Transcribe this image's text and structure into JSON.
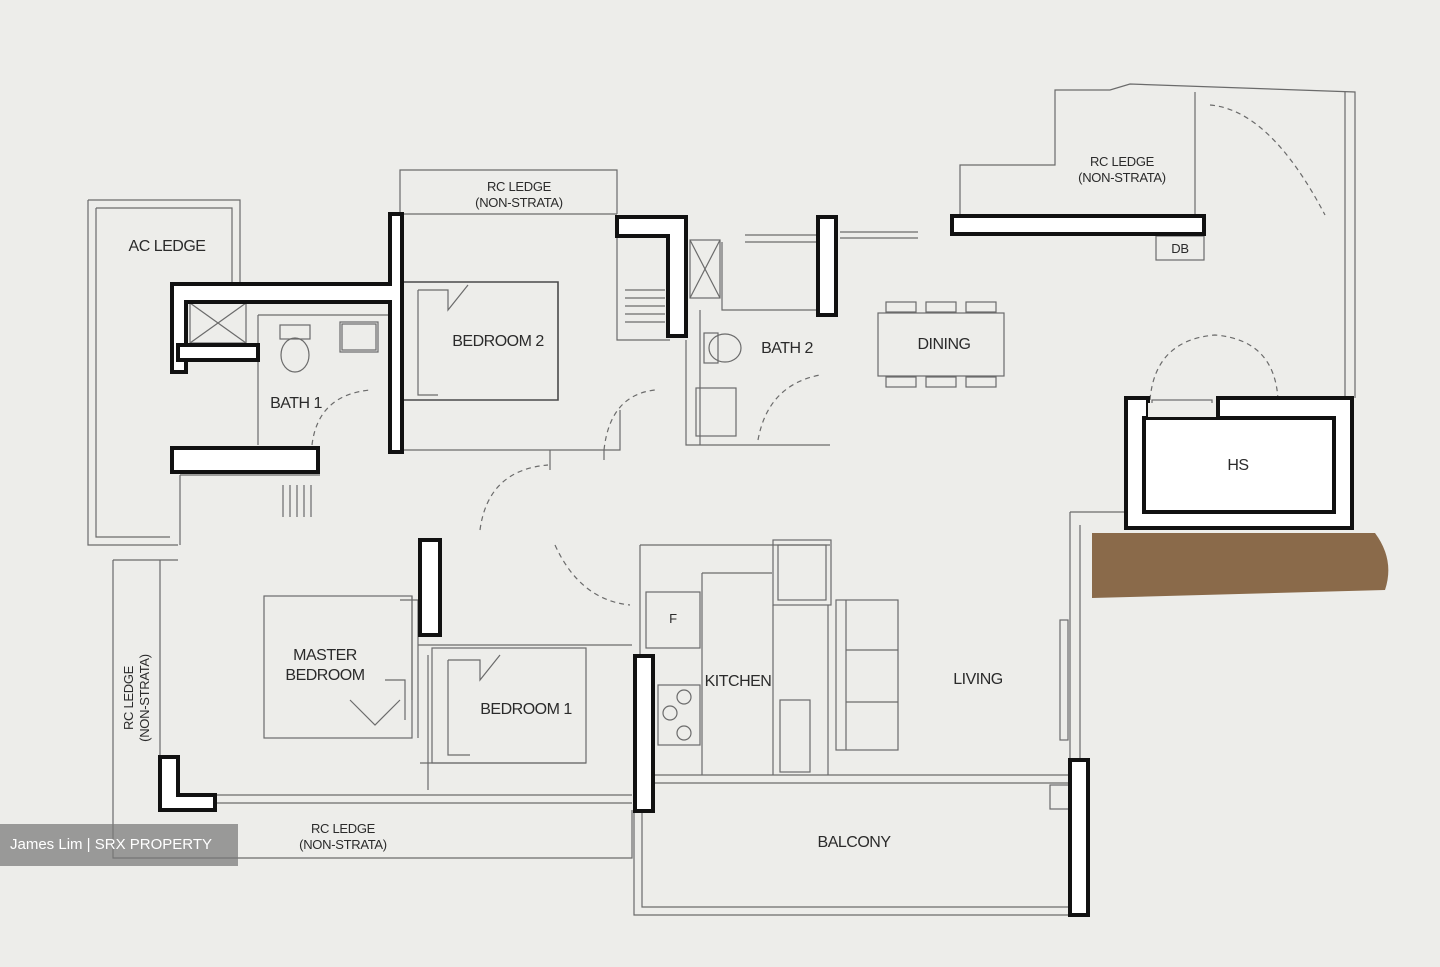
{
  "rooms": {
    "ac_ledge": "AC LEDGE",
    "bedroom2": "BEDROOM 2",
    "bath1": "BATH 1",
    "bath2": "BATH 2",
    "dining": "DINING",
    "hs": "HS",
    "db": "DB",
    "master_line1": "MASTER",
    "master_line2": "BEDROOM",
    "bedroom1": "BEDROOM 1",
    "kitchen": "KITCHEN",
    "fridge": "F",
    "living": "LIVING",
    "balcony": "BALCONY"
  },
  "ledges": {
    "top_line1": "RC LEDGE",
    "top_line2": "(NON-STRATA)",
    "upper_right_line1": "RC LEDGE",
    "upper_right_line2": "(NON-STRATA)",
    "bottom_line1": "RC LEDGE",
    "bottom_line2": "(NON-STRATA)",
    "left_line1": "RC LEDGE",
    "left_line2": "(NON-STRATA)"
  },
  "watermark": "James Lim | SRX PROPERTY",
  "colors": {
    "background": "#ededea",
    "wall_outline": "#111111",
    "thin_line": "#6b6b6b",
    "brown_ledge": "#8a6a4a"
  }
}
